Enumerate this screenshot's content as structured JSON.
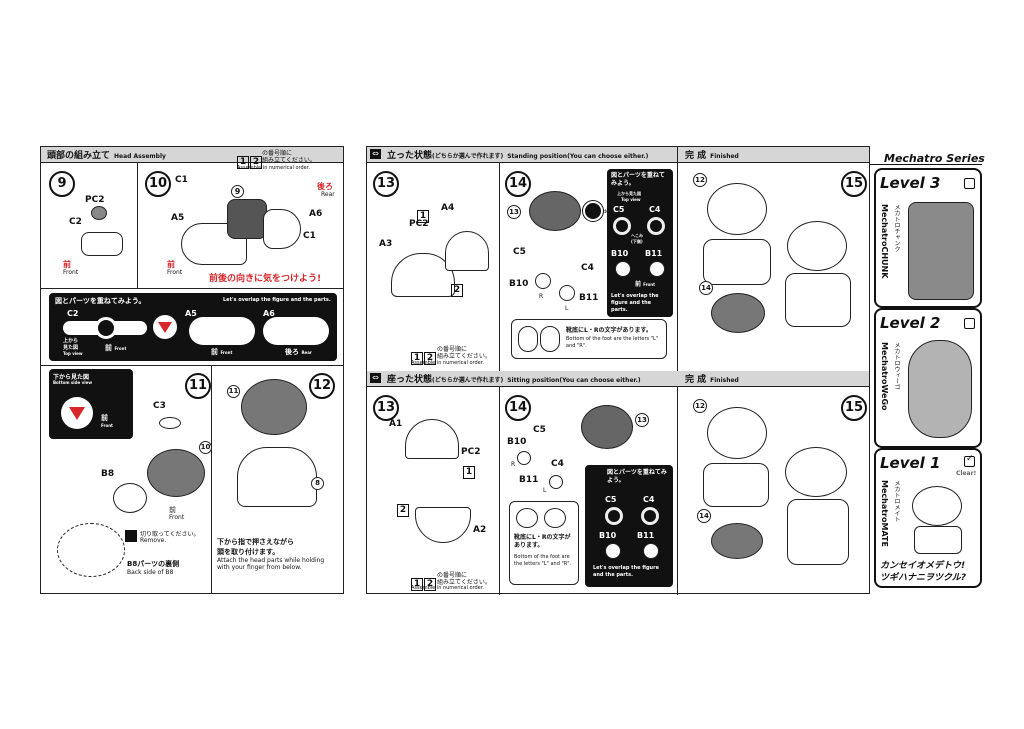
{
  "left_panel": {
    "header_jp": "頭部の組み立て",
    "header_en": "Head Assembly",
    "order_nums": [
      "1",
      "2"
    ],
    "order_jp_1": "の番号順に",
    "order_jp_2": "組み立てください。",
    "order_en": "Assemble in numerical order.",
    "step9": {
      "num": "9",
      "parts": [
        "PC2",
        "C2"
      ],
      "front_jp": "前",
      "front_en": "Front"
    },
    "step10": {
      "num": "10",
      "parts": [
        "C1",
        "A5",
        "A6",
        "C1"
      ],
      "circle_ref": "9",
      "rear_jp": "後ろ",
      "rear_en": "Rear",
      "front_jp": "前",
      "front_en": "Front",
      "warning": "前後の向きに気をつけよう!"
    },
    "overlap_box": {
      "jp": "図とパーツを重ねてみよう。",
      "en": "Let's overlap the figure and the parts.",
      "c2": "C2",
      "a5": "A5",
      "a6": "A6",
      "top_jp": "上から\n見た図",
      "top_en": "Top view",
      "front_jp": "前",
      "front_en": "Front",
      "rear_jp": "後ろ",
      "rear_en": "Rear"
    },
    "bottom_view_box": {
      "jp": "下から見た図",
      "en": "Bottom side view",
      "front_jp": "前",
      "front_en": "Front"
    },
    "step11": {
      "num": "11",
      "parts": [
        "C3",
        "B8"
      ],
      "circle_ref": "10",
      "front_jp": "前",
      "front_en": "Front",
      "remove_jp": "切り取ってください。",
      "remove_en": "Remove.",
      "back_jp": "B8パーツの裏側",
      "back_en": "Back side of B8"
    },
    "step12": {
      "num": "12",
      "circle_ref_top": "11",
      "circle_ref_bot": "8",
      "instr_jp": "下から指で押さえながら\n頭を取り付けます。",
      "instr_en": "Attach the head parts while holding\nwith your finger from below."
    }
  },
  "right_panel": {
    "standing": {
      "header_jp": "立った状態",
      "header_jp_sub": "(どちらか選んで作れます)",
      "header_en": "Standing position(You can choose either.)",
      "step13": {
        "num": "13",
        "parts": [
          "A4",
          "PC2",
          "A3"
        ],
        "boxes": [
          "1",
          "2"
        ]
      },
      "step14": {
        "num": "14",
        "circle_ref": "13",
        "parts": [
          "C5",
          "C4",
          "B10",
          "B11"
        ],
        "r": "R",
        "l": "L",
        "dent": "dent",
        "foot_jp": "靴底にL・Rの文字があります。",
        "foot_en": "Bottom of the foot are the letters \"L\" and \"R\"."
      },
      "overlap": {
        "jp": "図とパーツを重ねてみよう。",
        "top_jp": "上から見た図",
        "top_en": "Top view",
        "c5": "C5",
        "c4": "C4",
        "sm": "へこみ\n(下側)",
        "b10": "B10",
        "b11": "B11",
        "front_jp": "前",
        "front_en": "Front",
        "en": "Let's overlap the figure and the parts."
      },
      "finished_jp": "完 成",
      "finished_en": "Finished",
      "step15": {
        "num": "15",
        "ref_a": "12",
        "ref_b": "14"
      },
      "order_en": "Assemble in numerical order."
    },
    "sitting": {
      "header_jp": "座った状態",
      "header_jp_sub": "(どちらか選んで作れます)",
      "header_en": "Sitting position(You can choose either.)",
      "step13": {
        "num": "13",
        "parts": [
          "A1",
          "PC2",
          "A2"
        ],
        "boxes": [
          "1",
          "2"
        ]
      },
      "step14": {
        "num": "14",
        "circle_ref": "13",
        "parts": [
          "C5",
          "B10",
          "C4",
          "B11"
        ],
        "r": "R",
        "l": "L",
        "foot_jp": "靴底にL・Rの文字があります。",
        "foot_en": "Bottom of the foot are the letters \"L\" and \"R\"."
      },
      "overlap": {
        "jp": "図とパーツを重ねてみよう。",
        "c5": "C5",
        "c4": "C4",
        "b10": "B10",
        "b11": "B11",
        "en": "Let's overlap the figure and the parts."
      },
      "finished_jp": "完 成",
      "finished_en": "Finished",
      "step15": {
        "num": "15",
        "ref_a": "12",
        "ref_b": "14"
      },
      "order_en": "Assemble in numerical order."
    }
  },
  "series": {
    "title": "Mechatro Series",
    "levels": [
      {
        "title": "Level 3",
        "name": "MechatroCHUNK",
        "kana": "メカトロチャンク"
      },
      {
        "title": "Level 2",
        "name": "MechatroWeGo",
        "kana": "メカトロウィーゴ"
      },
      {
        "title": "Level 1",
        "name": "MechatroMATE",
        "kana": "メカトロメイト",
        "clear": "Clear!"
      }
    ],
    "slogan_1": "カンセイオメデトウ!",
    "slogan_2": "ツギハナニヲツクル?"
  }
}
